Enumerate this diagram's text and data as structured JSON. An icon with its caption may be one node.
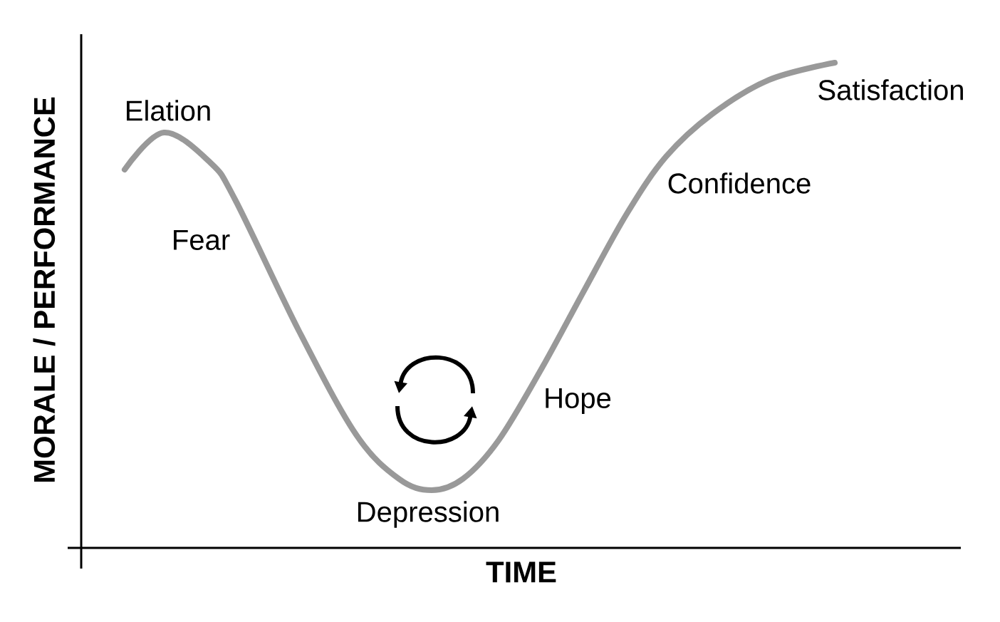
{
  "diagram": {
    "labels": [
      "MORALE / PERFORMANCE",
      "Elation",
      "Satisfaction",
      "Fear",
      "Confidence",
      "Hope",
      "Depression",
      "TIME"
    ]
  }
}
